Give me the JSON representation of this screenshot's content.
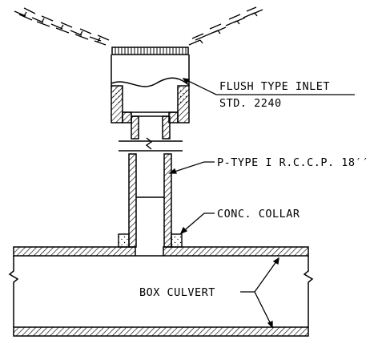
{
  "labels": {
    "inlet_line1": "FLUSH TYPE INLET",
    "inlet_line2": "STD. 2240",
    "pipe": "P-TYPE I R.C.C.P. 18′′",
    "collar": "CONC. COLLAR",
    "culvert": "BOX CULVERT"
  },
  "colors": {
    "line": "#000000",
    "background": "#ffffff"
  }
}
